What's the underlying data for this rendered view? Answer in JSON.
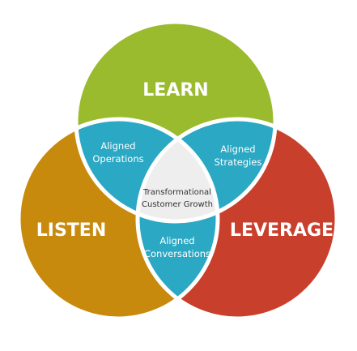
{
  "circles": {
    "top": {
      "label": "LEARN",
      "color": "#9bbb2e"
    },
    "left": {
      "label": "LISTEN",
      "color": "#c88a0c"
    },
    "right": {
      "label": "LEVERAGE",
      "color": "#c8402c"
    }
  },
  "overlaps": {
    "top_left": {
      "line1": "Aligned",
      "line2": "Operations",
      "color": "#2aa8c4"
    },
    "top_right": {
      "line1": "Aligned",
      "line2": "Strategies",
      "color": "#2aa8c4"
    },
    "bottom": {
      "line1": "Aligned",
      "line2": "Conversations",
      "color": "#2aa8c4"
    }
  },
  "center": {
    "line1": "Transformational",
    "line2": "Customer Growth",
    "color": "#eeeeee"
  },
  "stroke_color": "#ffffff"
}
